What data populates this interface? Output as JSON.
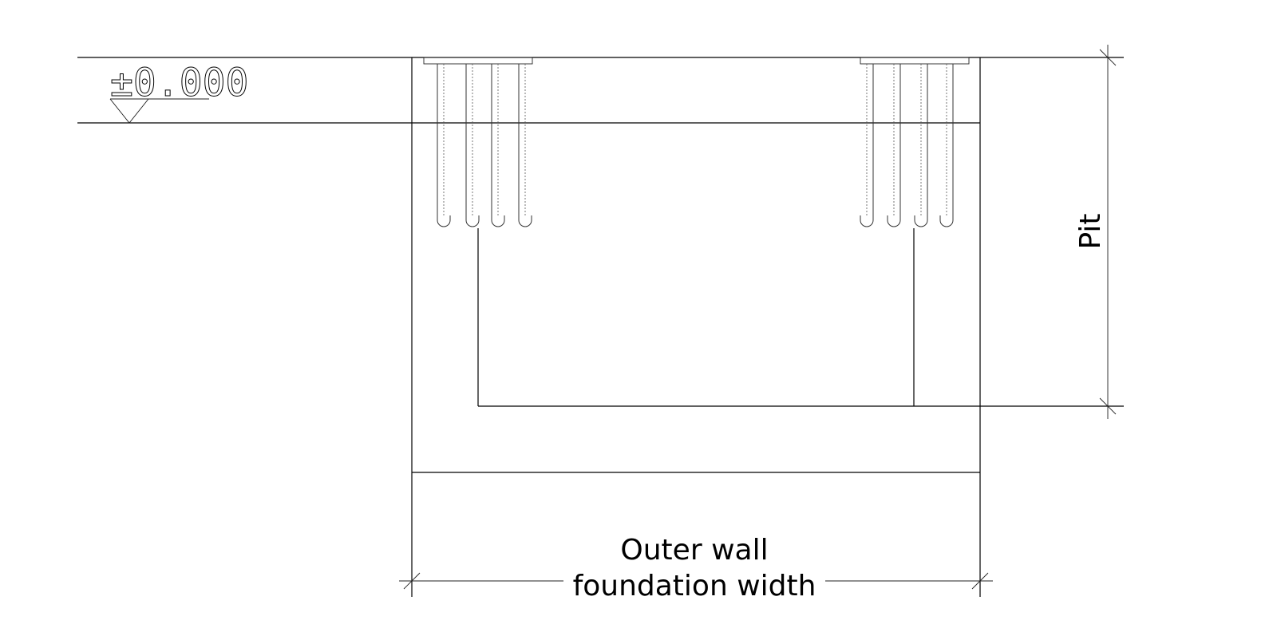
{
  "elevation": {
    "text": "±0.000"
  },
  "labels": {
    "pit": "Pit",
    "width_line1": "Outer wall",
    "width_line2": "foundation width"
  },
  "colors": {
    "line": "#000000",
    "background": "#ffffff"
  }
}
